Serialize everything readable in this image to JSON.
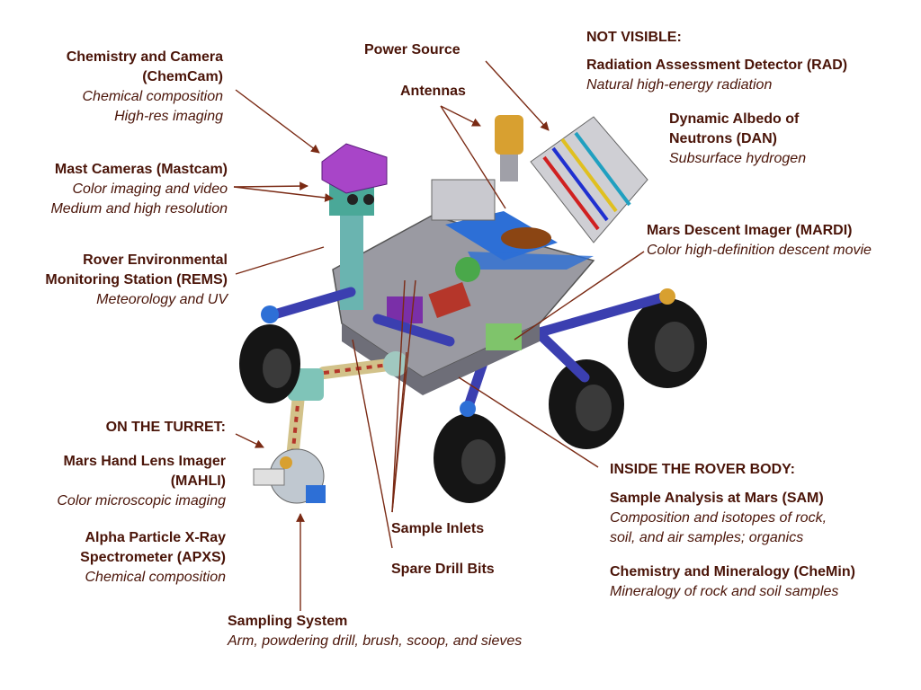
{
  "labels": {
    "chemcam": {
      "title1": "Chemistry and Camera",
      "title2": "(ChemCam)",
      "desc1": "Chemical composition",
      "desc2": "High-res imaging"
    },
    "mastcam": {
      "title": "Mast Cameras (Mastcam)",
      "desc1": "Color imaging and video",
      "desc2": "Medium and high resolution"
    },
    "rems": {
      "title1": "Rover Environmental",
      "title2": "Monitoring Station (REMS)",
      "desc": "Meteorology and UV"
    },
    "turret_header": "ON THE TURRET:",
    "mahli": {
      "title1": "Mars Hand Lens Imager",
      "title2": "(MAHLI)",
      "desc": "Color microscopic imaging"
    },
    "apxs": {
      "title1": "Alpha Particle X-Ray",
      "title2": "Spectrometer (APXS)",
      "desc": "Chemical composition"
    },
    "sampling": {
      "title": "Sampling System",
      "desc": "Arm, powdering drill, brush, scoop, and sieves"
    },
    "power": {
      "title": "Power Source"
    },
    "antennas": {
      "title": "Antennas"
    },
    "not_visible_header": "NOT VISIBLE:",
    "rad": {
      "title": "Radiation Assessment Detector (RAD)",
      "desc": "Natural high-energy radiation"
    },
    "dan": {
      "title1": "Dynamic Albedo of",
      "title2": "Neutrons (DAN)",
      "desc": "Subsurface hydrogen"
    },
    "mardi": {
      "title": "Mars Descent Imager (MARDI)",
      "desc": "Color high-definition descent movie"
    },
    "inside_header": "INSIDE THE ROVER BODY:",
    "sam": {
      "title": "Sample Analysis at Mars (SAM)",
      "desc1": "Composition and isotopes of rock,",
      "desc2": "soil, and air samples; organics"
    },
    "chemin": {
      "title": "Chemistry and Mineralogy (CheMin)",
      "desc": "Mineralogy of rock and soil samples"
    },
    "inlets": {
      "title": "Sample Inlets"
    },
    "drillbits": {
      "title": "Spare Drill Bits"
    }
  },
  "colors": {
    "text": "#4a1408",
    "line": "#7a2a14",
    "wheel": "#1a1a1a",
    "deck": "#9a9aa2",
    "arm": "#3b3fb0",
    "accent": "#2d6fd6"
  }
}
